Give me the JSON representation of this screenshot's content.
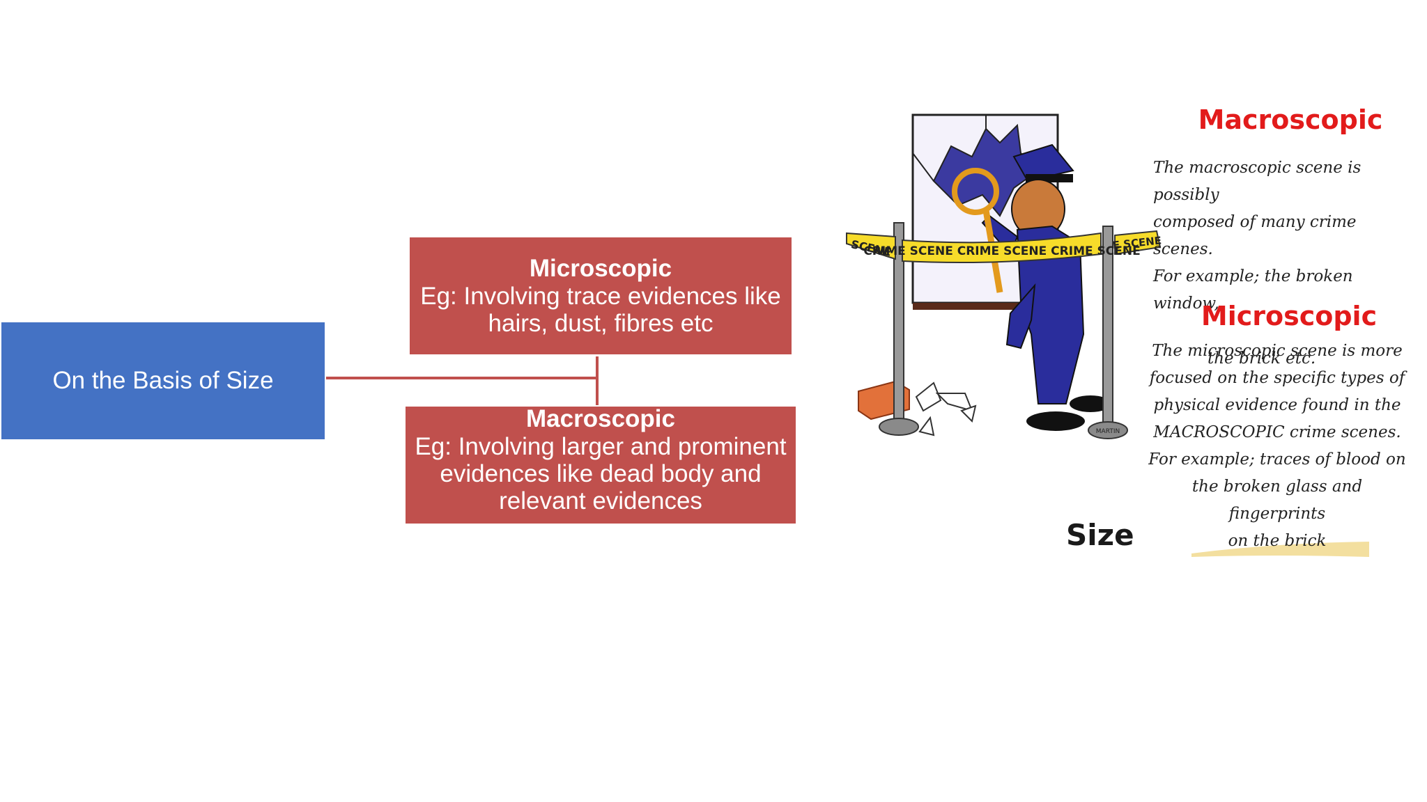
{
  "diagram": {
    "root": {
      "label": "On the Basis of Size"
    },
    "branches": [
      {
        "title": "Microscopic",
        "description": "Eg: Involving trace evidences like hairs, dust, fibres etc"
      },
      {
        "title": "Macroscopic",
        "description": "Eg: Involving larger and prominent evidences like dead body and relevant evidences"
      }
    ],
    "colors": {
      "root": "#4472C4",
      "branch": "#C0504D"
    }
  },
  "illustration": {
    "tape_text": "CRIME SCENE CRIME SCENE CRIME SCENE",
    "tape_left": "SCENE",
    "tape_right": "E SCENE",
    "post_label": "MARTIN",
    "macroscopic": {
      "heading": "Macroscopic",
      "lines": [
        "The macroscopic scene is possibly",
        "composed of many crime scenes.",
        "For example; the broken window,",
        "the brick etc."
      ]
    },
    "microscopic": {
      "heading": "Microscopic",
      "lines": [
        "The microscopic scene is more",
        "focused on the specific types of",
        "physical evidence found in the",
        "MACROSCOPIC crime scenes.",
        "For example; traces of blood on",
        "the broken glass and fingerprints",
        "on the brick"
      ]
    },
    "caption": "Size",
    "colors": {
      "heading": "#e21b1b",
      "tape": "#f7dc2a",
      "uniform": "#2a2d9c"
    }
  }
}
